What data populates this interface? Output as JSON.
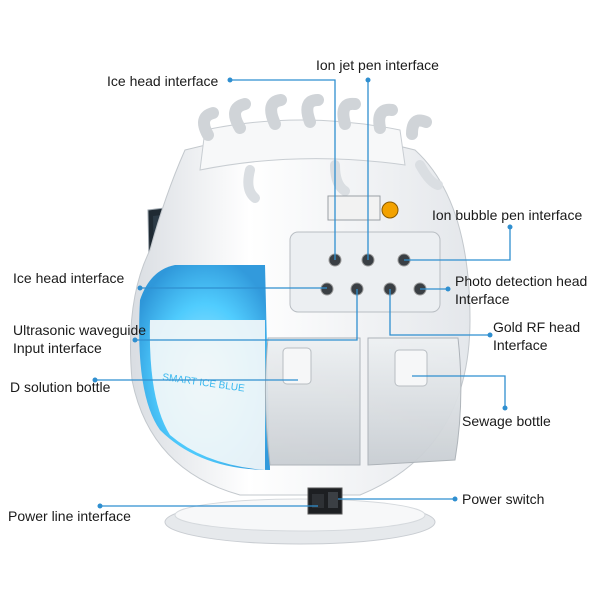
{
  "colors": {
    "leader": "#2f8fd0",
    "body": "#f3f5f7",
    "glow": "#35c6ff"
  },
  "device": {
    "brand_text": "SMART ICE BLUE"
  },
  "labels": {
    "ice_head_top": "Ice head interface",
    "ion_jet_pen": "Ion jet pen interface",
    "ion_bubble_pen": "Ion bubble pen interface",
    "ice_head_left": "Ice head interface",
    "photo_detection_1": "Photo detection head",
    "photo_detection_2": "Interface",
    "ultrasonic_1": "Ultrasonic waveguide",
    "ultrasonic_2": "Input interface",
    "gold_rf_1": "Gold RF head",
    "gold_rf_2": "Interface",
    "d_solution": "D solution bottle",
    "sewage": "Sewage bottle",
    "power_switch": "Power switch",
    "power_line": "Power line interface"
  }
}
